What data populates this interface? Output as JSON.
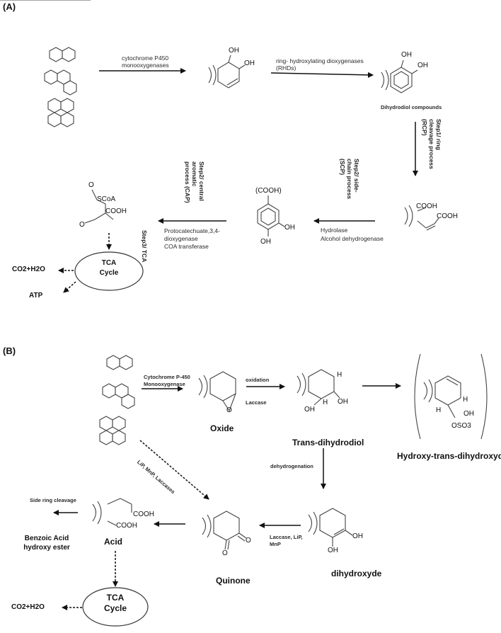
{
  "panels": {
    "a": "(A)",
    "b": "(B)"
  },
  "a": {
    "step_cyp": [
      "cytochrome P450",
      "monooxygenases"
    ],
    "step_rhd": [
      "ring- hydroxylating dioxygenases",
      "(RHDs)"
    ],
    "dihydrodiol_compounds": "Dihydrodiol compounds",
    "step1_rcp": "Step1/ ring\ncleavage process\n(RCP)",
    "step2_scp": "Step2/ side-\nchain process\n(SCP)",
    "step2_cap": "Step2/ central\naromatic\nprocess (CAP)",
    "step3_tca": "Step3/ TCA",
    "hydrolase": "Hydrolase",
    "alcohol_dh": "Alcohol dehydrogenase",
    "proto": [
      "Protocatechuate,3,4-",
      "dioxygenase",
      "COA transferase"
    ],
    "tca": [
      "TCA",
      "Cycle"
    ],
    "co2": "CO2+H2O",
    "atp": "ATP",
    "mol": {
      "oh": "OH",
      "cooh": "COOH",
      "cooh_paren": "(COOH)",
      "o": "O",
      "scoa": "SCoA"
    }
  },
  "b": {
    "cyp": [
      "Cytochrome P-450",
      "Monooxygenase"
    ],
    "oxidation": "oxidation",
    "laccase": "Laccase",
    "oxide": "Oxide",
    "trans_dihydrodiol": "Trans-dihydrodiol",
    "hydroxy_trans": "Hydroxy-trans-dihydroxyde",
    "lip_mnp": "LiP, MnP, Laccases",
    "dehydrogenation": "dehydrogenation",
    "laccase_lip_mnp": [
      "Laccase, LiP,",
      "MnP"
    ],
    "side_ring": "Side ring cleavage",
    "benzoic": [
      "Benzoic Acid",
      "hydroxy ester"
    ],
    "acid": "Acid",
    "quinone": "Quinone",
    "dihydroxyde": "dihydroxyde",
    "tca": [
      "TCA",
      "Cycle"
    ],
    "co2": "CO2+H2O",
    "mol": {
      "oh": "OH",
      "h": "H",
      "o": "O",
      "cooh": "COOH",
      "oso3": "OSO3"
    }
  }
}
